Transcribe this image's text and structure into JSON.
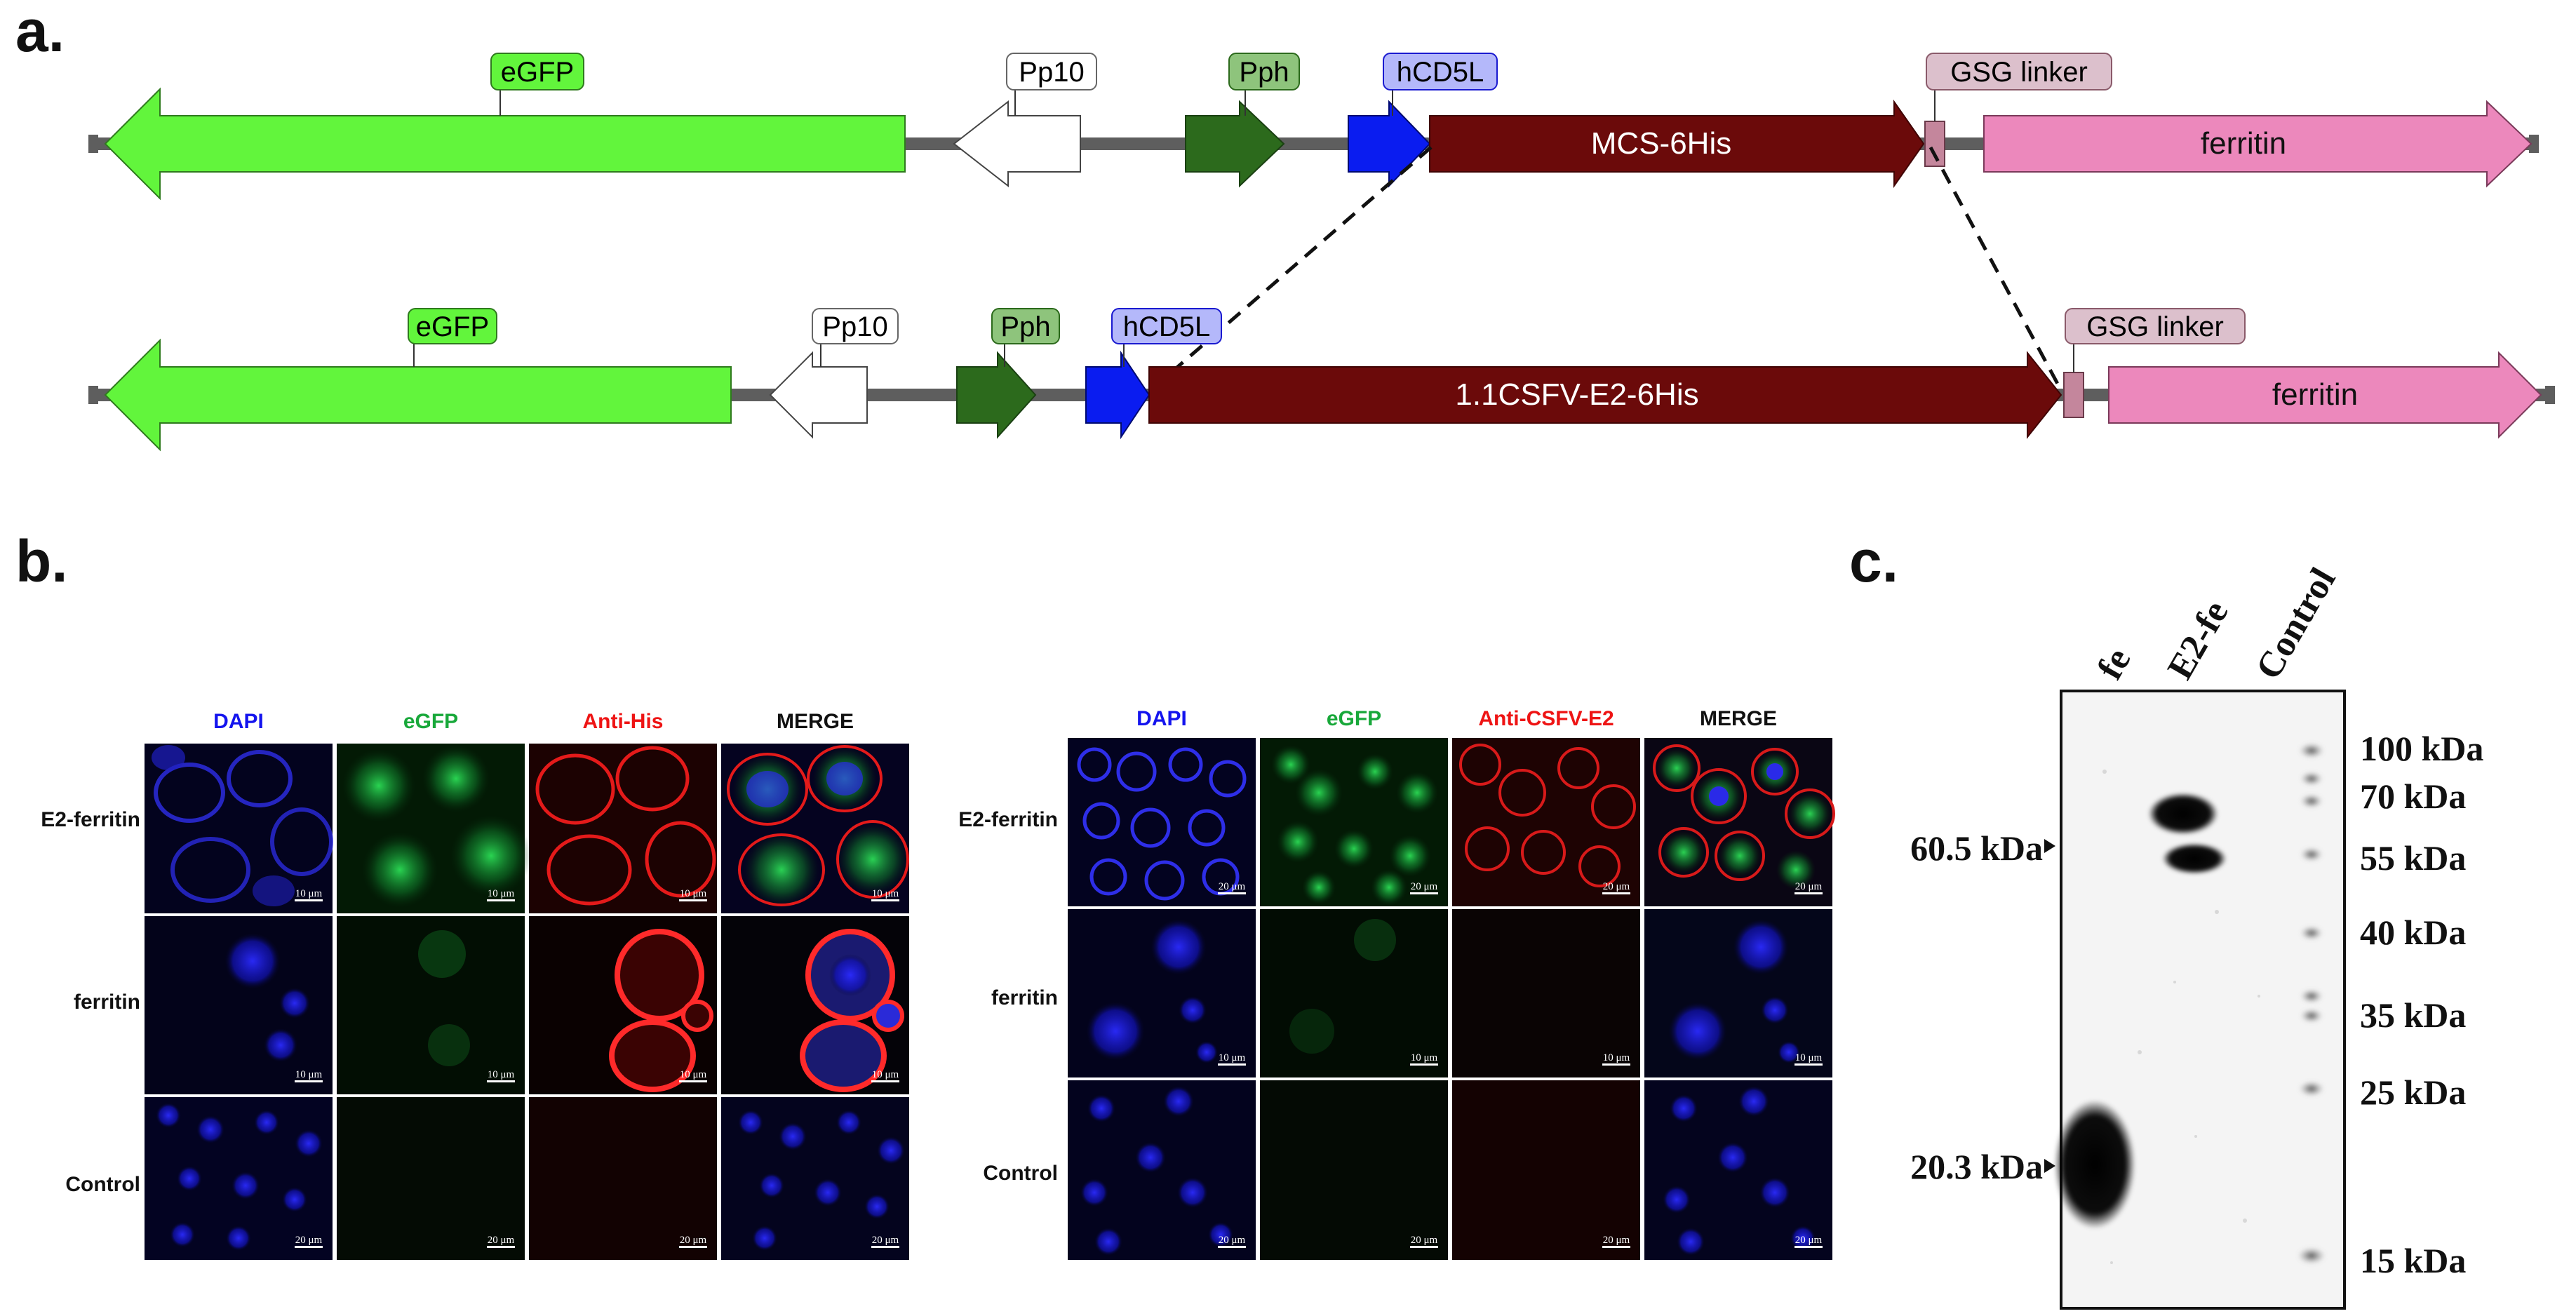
{
  "panels": {
    "a": "a.",
    "b": "b.",
    "c": "c."
  },
  "construct_top": {
    "features": {
      "egfp": "eGFP",
      "pp10": "Pp10",
      "pph": "Pph",
      "hcd5l": "hCD5L",
      "insert": "MCS-6His",
      "linker": "GSG linker",
      "ferritin": "ferritin"
    }
  },
  "construct_bottom": {
    "features": {
      "egfp": "eGFP",
      "pp10": "Pp10",
      "pph": "Pph",
      "hcd5l": "hCD5L",
      "insert": "1.1CSFV-E2-6His",
      "linker": "GSG linker",
      "ferritin": "ferritin"
    }
  },
  "colors": {
    "egfp": "#62f53c",
    "pph": "#2c6a1c",
    "hcd5l": "#0a1cf0",
    "insert": "#6b0a0a",
    "linker": "#c4869c",
    "ferritin": "#ec88bc",
    "backbone": "#5e5e5e",
    "dapi": "#1414ee",
    "egfp_channel": "#18a83a",
    "red_channel": "#ee1414"
  },
  "if_left": {
    "channels": [
      "DAPI",
      "eGFP",
      "Anti-His",
      "MERGE"
    ],
    "rows": [
      "E2-ferritin",
      "ferritin",
      "Control"
    ],
    "scales": [
      "10 μm",
      "10 μm",
      "20 μm"
    ]
  },
  "if_right": {
    "channels": [
      "DAPI",
      "eGFP",
      "Anti-CSFV-E2",
      "MERGE"
    ],
    "rows": [
      "E2-ferritin",
      "ferritin",
      "Control"
    ],
    "scales": [
      "20 μm",
      "10 μm",
      "20 μm"
    ]
  },
  "western": {
    "lanes": [
      "fe",
      "E2-fe",
      "Control"
    ],
    "markers": [
      "100 kDa",
      "70 kDa",
      "55 kDa",
      "40 kDa",
      "35 kDa",
      "25 kDa",
      "15 kDa"
    ],
    "band_labels": [
      "60.5 kDa",
      "20.3 kDa"
    ]
  }
}
